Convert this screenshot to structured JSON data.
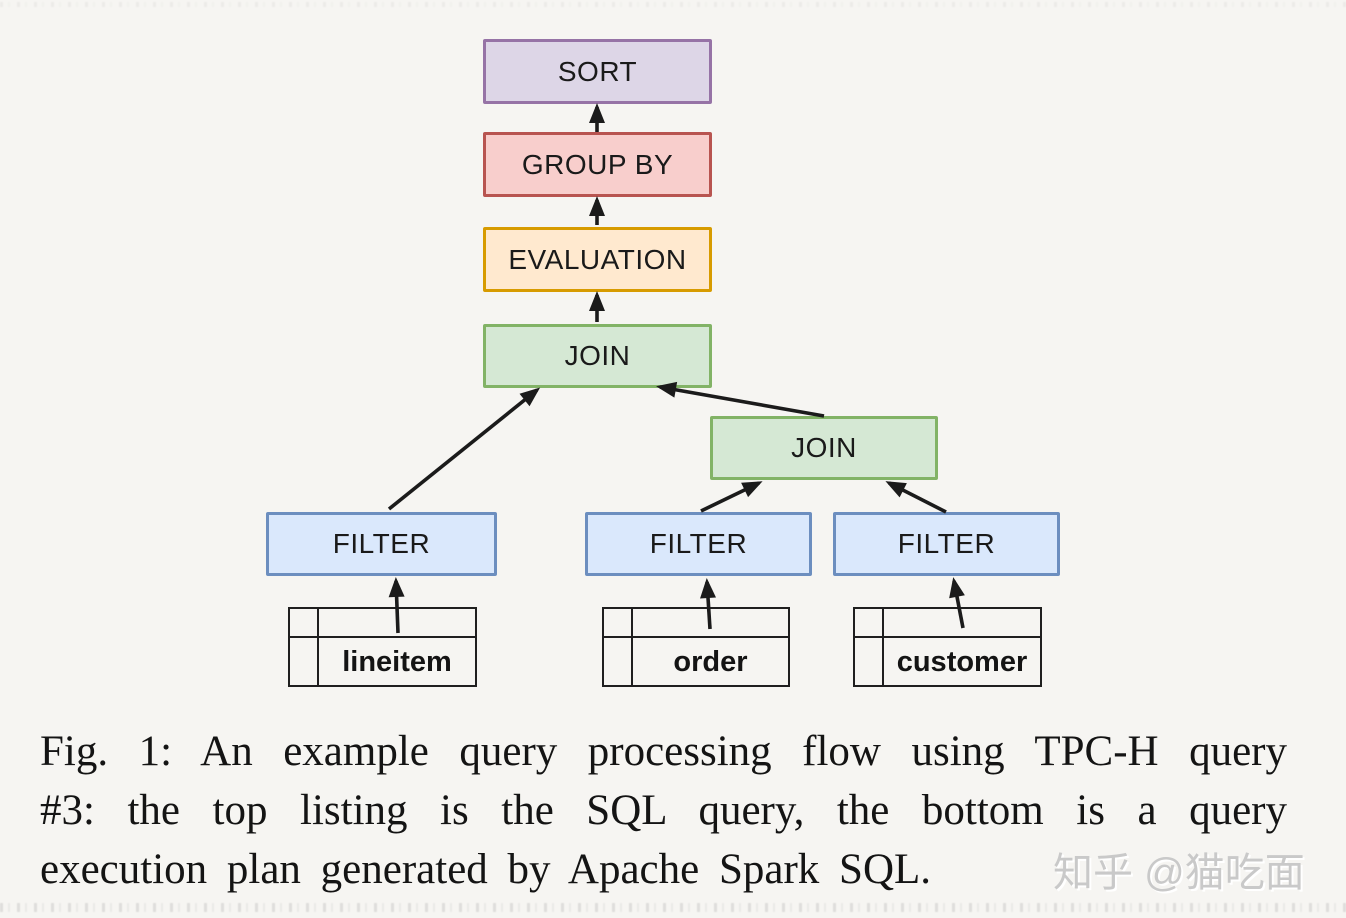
{
  "page": {
    "background": "#f6f5f2",
    "arrow_color": "#1b1b1b",
    "text_color": "#141414"
  },
  "diagram": {
    "nodes": [
      {
        "id": "sort",
        "label": "SORT",
        "fill": "#ddd6e7",
        "stroke": "#9673a6"
      },
      {
        "id": "group-by",
        "label": "GROUP BY",
        "fill": "#f8cecc",
        "stroke": "#b85450"
      },
      {
        "id": "evaluation",
        "label": "EVALUATION",
        "fill": "#ffe9cf",
        "stroke": "#d79b00"
      },
      {
        "id": "join-top",
        "label": "JOIN",
        "fill": "#d5e8d4",
        "stroke": "#82b366"
      },
      {
        "id": "join-right",
        "label": "JOIN",
        "fill": "#d5e8d4",
        "stroke": "#82b366"
      },
      {
        "id": "filter-lineitem",
        "label": "FILTER",
        "fill": "#dae8fc",
        "stroke": "#6c8ebf"
      },
      {
        "id": "filter-order",
        "label": "FILTER",
        "fill": "#dae8fc",
        "stroke": "#6c8ebf"
      },
      {
        "id": "filter-customer",
        "label": "FILTER",
        "fill": "#dae8fc",
        "stroke": "#6c8ebf"
      }
    ],
    "tables": [
      {
        "id": "lineitem",
        "label": "lineitem"
      },
      {
        "id": "order",
        "label": "order"
      },
      {
        "id": "customer",
        "label": "customer"
      }
    ],
    "edges": [
      {
        "from": "lineitem",
        "to": "filter-lineitem"
      },
      {
        "from": "order",
        "to": "filter-order"
      },
      {
        "from": "customer",
        "to": "filter-customer"
      },
      {
        "from": "filter-lineitem",
        "to": "join-top"
      },
      {
        "from": "filter-order",
        "to": "join-right"
      },
      {
        "from": "filter-customer",
        "to": "join-right"
      },
      {
        "from": "join-right",
        "to": "join-top"
      },
      {
        "from": "join-top",
        "to": "evaluation"
      },
      {
        "from": "evaluation",
        "to": "group-by"
      },
      {
        "from": "group-by",
        "to": "sort"
      }
    ]
  },
  "caption": {
    "line1": "Fig. 1: An example query processing flow using TPC-H query",
    "line2": "#3: the top listing is the SQL query, the bottom is a query",
    "line3": "execution plan generated by Apache Spark SQL."
  },
  "watermark": {
    "text": "知乎 @猫吃面",
    "color": "#c9c9c9"
  }
}
